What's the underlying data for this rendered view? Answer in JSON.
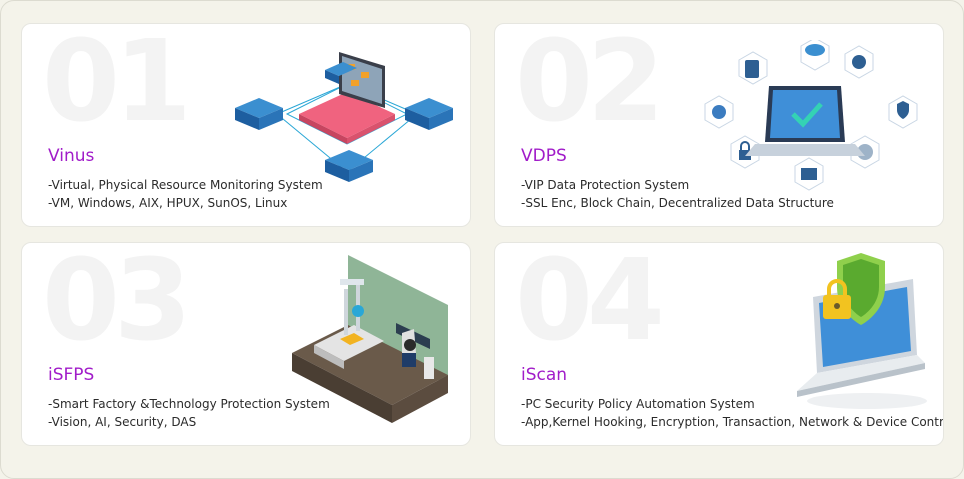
{
  "cards": [
    {
      "number": "01",
      "title": "Vinus",
      "lines": [
        "-Virtual, Physical Resource Monitoring System",
        "-VM, Windows, AIX, HPUX, SunOS, Linux"
      ],
      "illustration": "server-network-illustration"
    },
    {
      "number": "02",
      "title": "VDPS",
      "lines": [
        "-VIP Data Protection System",
        "-SSL Enc, Block Chain, Decentralized Data Structure"
      ],
      "illustration": "laptop-security-icons-illustration"
    },
    {
      "number": "03",
      "title": "iSFPS",
      "lines": [
        "-Smart Factory &Technology Protection System",
        "-Vision, AI, Security, DAS"
      ],
      "illustration": "smart-factory-illustration"
    },
    {
      "number": "04",
      "title": "iScan",
      "lines": [
        "-PC Security Policy Automation System",
        "-App,Kernel Hooking, Encryption, Transaction, Network & Device Control"
      ],
      "illustration": "laptop-shield-illustration"
    }
  ],
  "colors": {
    "title": "#a11cc9",
    "background": "#f4f3ea",
    "card": "#ffffff"
  }
}
